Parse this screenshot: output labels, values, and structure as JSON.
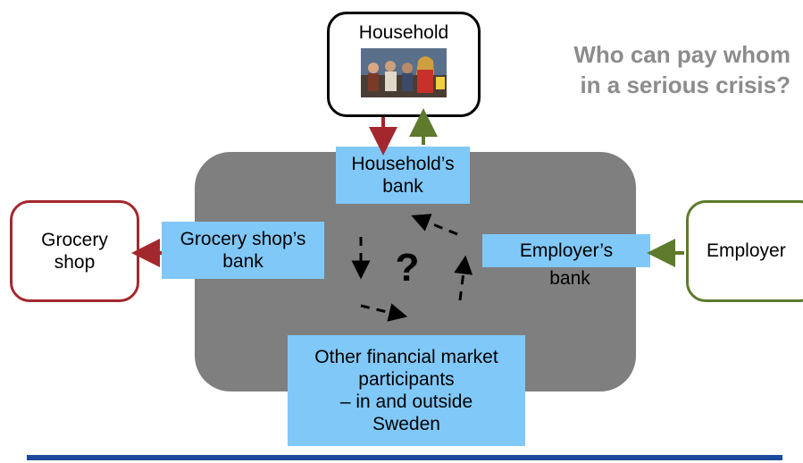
{
  "title": {
    "line1": "Who can pay whom",
    "line2": "in a serious crisis?"
  },
  "nodes": {
    "household": "Household",
    "grocery_line1": "Grocery",
    "grocery_line2": "shop",
    "employer": "Employer"
  },
  "banks": {
    "household_line1": "Household’s",
    "household_line2": "bank",
    "grocery_line1": "Grocery shop’s",
    "grocery_line2": "bank",
    "employer_line1": "Employer’s",
    "employer_line2": "bank",
    "other_line1": "Other financial market",
    "other_line2": "participants",
    "other_line3": "– in and outside",
    "other_line4": "Sweden"
  },
  "center_mark": "?",
  "colors": {
    "red": "#a3282e",
    "green": "#5e7a2c",
    "grey_area": "#7f7f7f",
    "bank_fill": "#80c8f8",
    "footer_bar": "#1d4a9c"
  }
}
